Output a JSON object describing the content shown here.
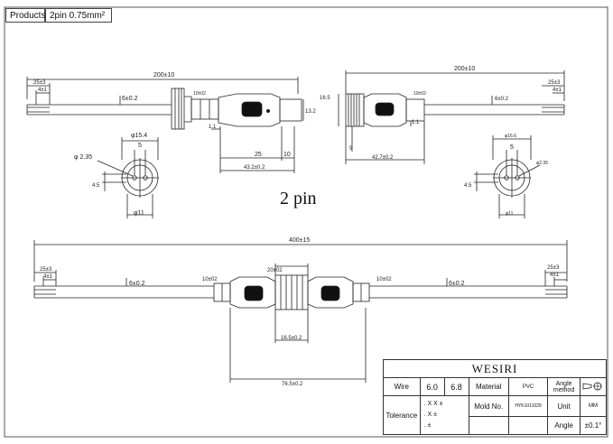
{
  "header": {
    "products_label": "Products",
    "products_value": "2pin  0.75mm²"
  },
  "title": "2 pin",
  "top_left": {
    "length": "200±10",
    "strip_outer": "25±3",
    "strip_inner": "4±1",
    "wire_dia": "6±0.2",
    "nut_dim": "10±02",
    "gap": "1.1",
    "body_dia": "13.2",
    "dim_25": "25",
    "dim_10": "10",
    "overall": "43.2±0.2"
  },
  "top_right": {
    "length": "200±10",
    "strip_outer": "25±3",
    "strip_inner": "4±1",
    "wire_dia": "6±0.2",
    "nut_dim": "10±02",
    "thread_dia": "16.5",
    "gap": "1.1",
    "dim_9": "9",
    "overall": "42.7±0.2"
  },
  "face_left": {
    "outer": "φ15.4",
    "pin_spacing": "5",
    "pin": "φ 2.35",
    "height": "4.5",
    "inner": "φ11"
  },
  "face_right": {
    "outer": "φ16.6",
    "pin_spacing": "5",
    "pin": "φ2.35",
    "height": "4.5",
    "inner": "φ11"
  },
  "bottom": {
    "length": "400±15",
    "strip_outer_left": "25±3",
    "strip_inner_left": "4±1",
    "wire_dia_left": "6±0.2",
    "nut_left": "10±02",
    "nut_dia": "20±02",
    "nut_right": "10±02",
    "wire_dia_right": "6±0.2",
    "strip_outer_right": "25±3",
    "strip_inner_right": "4±1",
    "mid": "16.5±0.2",
    "overall": "76.5±0.2"
  },
  "title_block": {
    "company": "WESIRI",
    "wire_label": "Wire",
    "wire_v1": "6.0",
    "wire_v2": "6.8",
    "material_label": "Material",
    "material_value": "PVC",
    "angle_method_label": "Angle method",
    "tolerance_label": "Tolerance",
    "tol_1": ". X X ±",
    "tol_2": ". X ±",
    "tol_3": ". ±",
    "mold_label": "Mold No.",
    "mold_value": "HYK1011029",
    "unit_label": "Unit",
    "unit_value": "MM",
    "angle_label": "Angle",
    "angle_value": "±0.1°"
  }
}
